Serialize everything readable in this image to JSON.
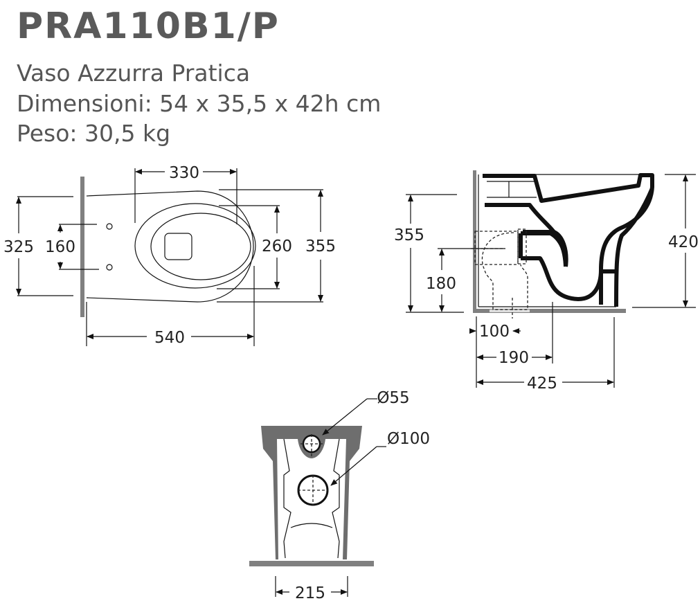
{
  "header": {
    "title": "PRA110B1/P",
    "product_name": "Vaso Azzurra Pratica",
    "dimensions": "Dimensioni: 54 x 35,5 x 42h cm",
    "weight": "Peso: 30,5 kg"
  },
  "top_view": {
    "dim_width_seat": "330",
    "dim_length": "540",
    "dim_width_total": "355",
    "dim_seat_inner": "260",
    "dim_wall_height": "325",
    "dim_fixing_holes": "160"
  },
  "side_view": {
    "dim_height_355": "355",
    "dim_outlet_height": "180",
    "dim_total_height": "420",
    "dim_outlet_offset": "100",
    "dim_trap_offset": "190",
    "dim_depth": "425"
  },
  "rear_view": {
    "dim_inlet_diameter": "Ø55",
    "dim_outlet_diameter": "Ø100",
    "dim_base_width": "215"
  },
  "colors": {
    "text": "#555555",
    "wall": "#808080",
    "line": "#111111"
  }
}
